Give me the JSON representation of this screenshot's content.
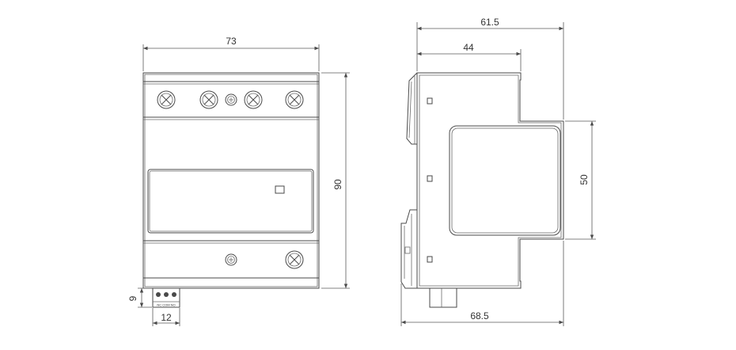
{
  "dimensions": {
    "front_width": "73",
    "front_height": "90",
    "terminal_height": "9",
    "terminal_width": "12",
    "side_top_outer": "61.5",
    "side_top_inner": "44",
    "side_window_height": "50",
    "side_bottom_total": "68.5"
  },
  "terminal_block_text": "NC COM NO"
}
